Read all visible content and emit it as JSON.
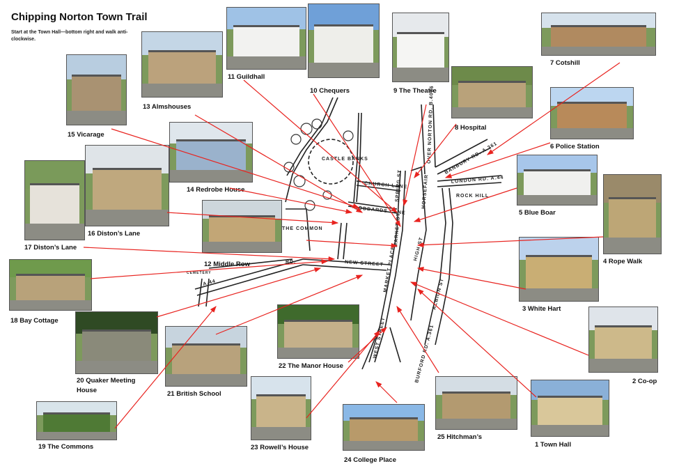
{
  "title": "Chipping Norton Town Trail",
  "subtitle": "Start at the Town Hall—bottom right and walk anti-clockwise.",
  "stops": [
    {
      "id": "1",
      "label": "1 Town Hall"
    },
    {
      "id": "2",
      "label": "2 Co-op"
    },
    {
      "id": "3",
      "label": "3 White Hart"
    },
    {
      "id": "4",
      "label": "4 Rope Walk"
    },
    {
      "id": "5",
      "label": "5 Blue Boar"
    },
    {
      "id": "6",
      "label": "6 Police Station"
    },
    {
      "id": "7",
      "label": "7 Cotshill"
    },
    {
      "id": "8",
      "label": "8 Hospital"
    },
    {
      "id": "9",
      "label": "9 The Theatre"
    },
    {
      "id": "10",
      "label": "10 Chequers"
    },
    {
      "id": "11",
      "label": "11 Guildhall"
    },
    {
      "id": "12",
      "label": "12 Middle Row"
    },
    {
      "id": "13",
      "label": "13 Almshouses"
    },
    {
      "id": "14",
      "label": "14 Redrobe House"
    },
    {
      "id": "15",
      "label": "15 Vicarage"
    },
    {
      "id": "16",
      "label": "16 Diston’s Lane"
    },
    {
      "id": "17",
      "label": "17 Diston’s Lane"
    },
    {
      "id": "18",
      "label": "18 Bay Cottage"
    },
    {
      "id": "19",
      "label": "19 The Commons"
    },
    {
      "id": "20",
      "label": "20 Quaker Meeting House"
    },
    {
      "id": "21",
      "label": "21 British School"
    },
    {
      "id": "22",
      "label": "22 The Manor House"
    },
    {
      "id": "23",
      "label": "23 Rowell’s House"
    },
    {
      "id": "24",
      "label": "24 College Place"
    },
    {
      "id": "25",
      "label": "25 Hitchman’s"
    }
  ],
  "map_labels": {
    "castle": "CASTLE BANKS",
    "church_lane": "CHURCH LANE",
    "goddards": "GODDARDS LANE",
    "spring": "SPRING ST",
    "horsefair": "HORSEFAIR",
    "over_norton": "OVER NORTON RD. B.4026",
    "banbury": "BANBURY RD. A.361",
    "london": "LONDON RD. A.44",
    "rock_hill": "ROCK HILL",
    "market_st": "MARKET ST",
    "high_st": "HIGH ST",
    "new_street": "NEW STREET",
    "market_place": "MARKET PLACE",
    "west_street": "WEST STREET",
    "albion": "ALBION ST",
    "burford": "BURFORD RD. A.361",
    "common": "THE COMMON",
    "a44": "A.44",
    "rd": "RD.",
    "cemetery": "CEMETERY"
  },
  "colors": {
    "arrow": "#e8231f",
    "road": "#222222"
  }
}
